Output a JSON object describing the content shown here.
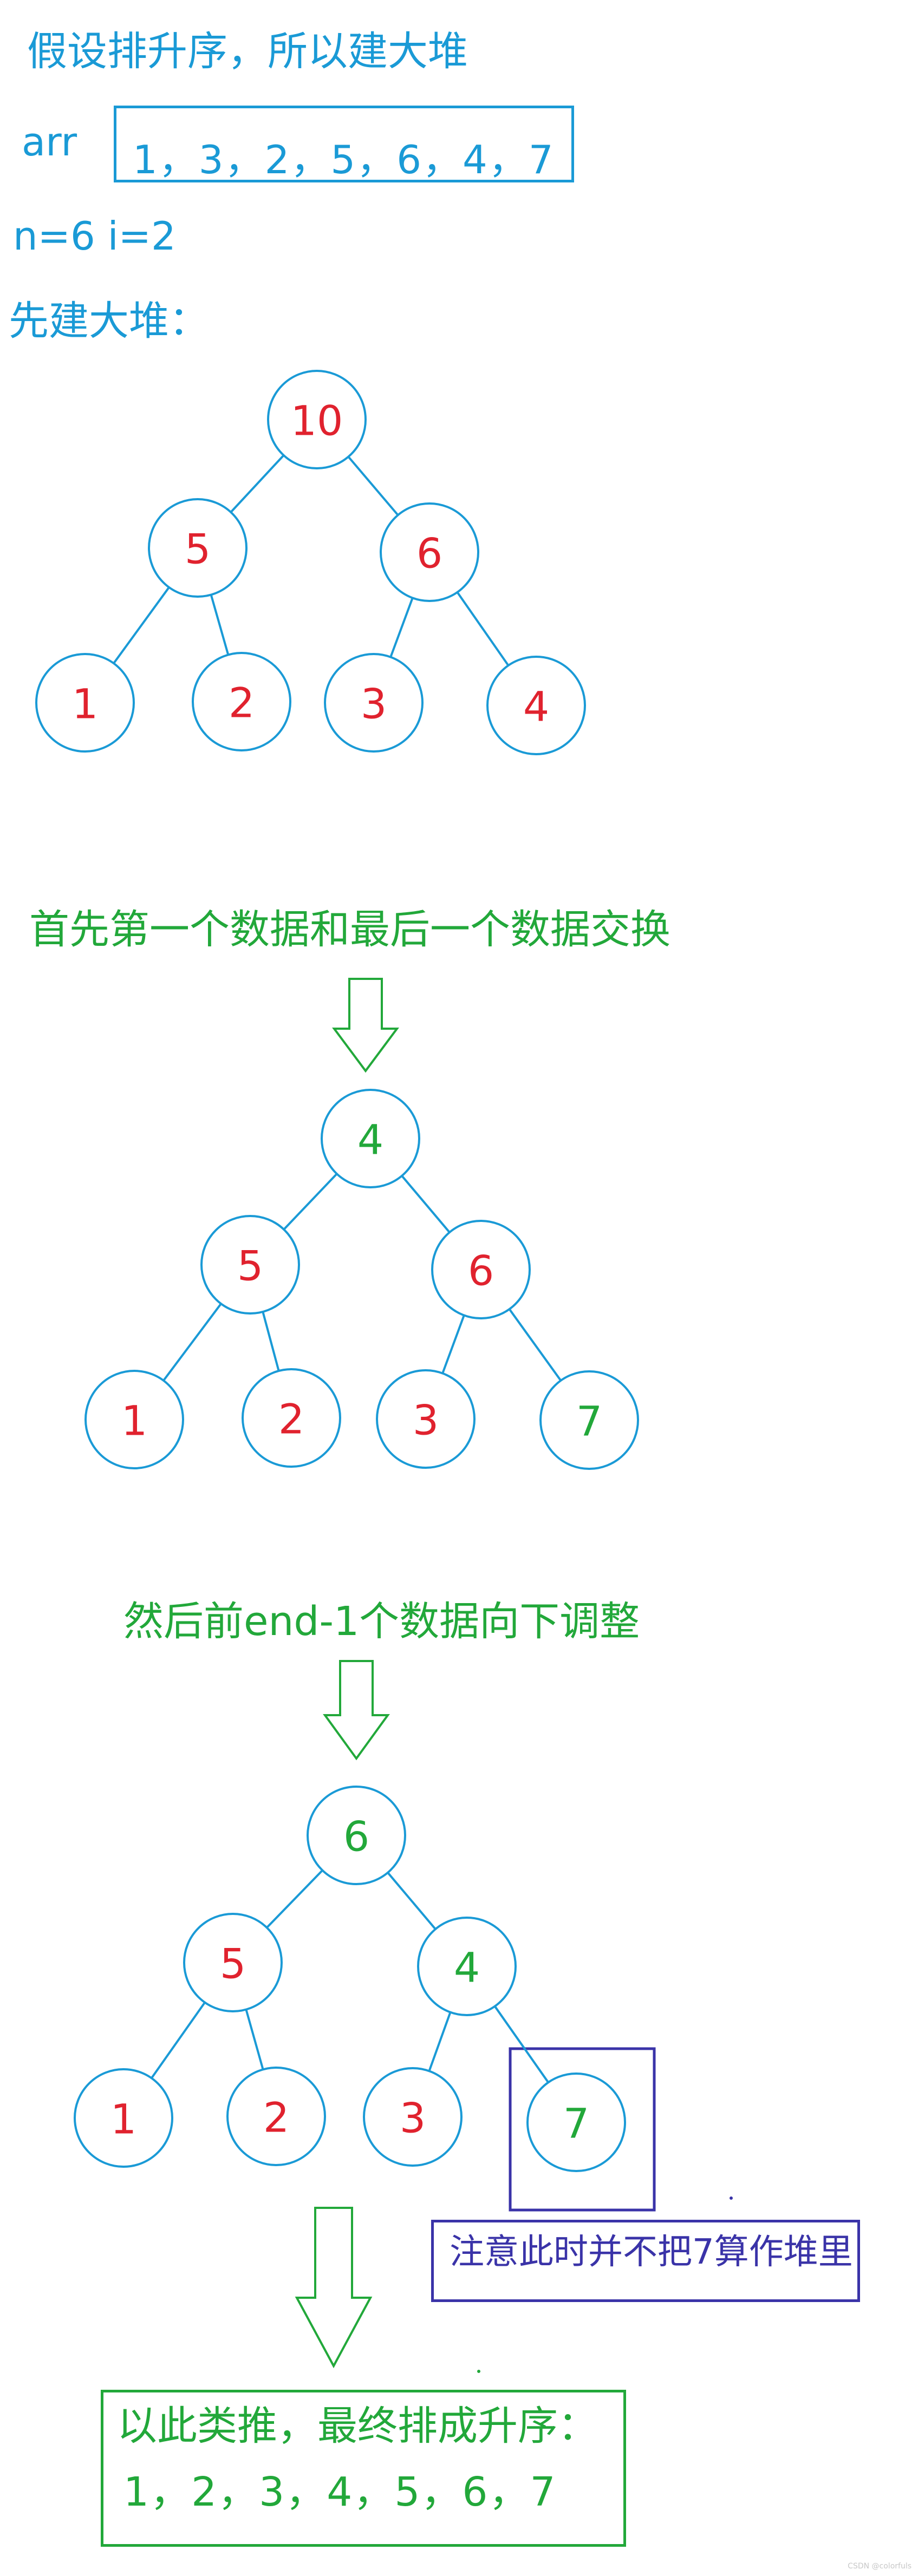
{
  "colors": {
    "blue": "#1a9ad6",
    "red": "#e0222e",
    "green": "#22a83a",
    "purple": "#3a33a8"
  },
  "title": "假设排升序，所以建大堆",
  "arr_label": "arr",
  "arr_values": "1，3，2，5，6，4，7",
  "n_i": "n=6  i=2",
  "step1_label": "先建大堆：",
  "step2_label": "首先第一个数据和最后一个数据交换",
  "step3_label": "然后前end-1个数据向下调整",
  "note": "注意此时并不把7算作堆里",
  "summary": "以此类推，最终排成升序：",
  "final_values": "1，2，3，4，5，6，7",
  "watermark": "CSDN @colorfuls",
  "trees": [
    {
      "name": "tree-max-heap",
      "nodes": [
        {
          "v": "10",
          "c": "red"
        },
        {
          "v": "5",
          "c": "red"
        },
        {
          "v": "6",
          "c": "red"
        },
        {
          "v": "1",
          "c": "red"
        },
        {
          "v": "2",
          "c": "red"
        },
        {
          "v": "3",
          "c": "red"
        },
        {
          "v": "4",
          "c": "red"
        }
      ]
    },
    {
      "name": "tree-after-swap",
      "nodes": [
        {
          "v": "4",
          "c": "green"
        },
        {
          "v": "5",
          "c": "red"
        },
        {
          "v": "6",
          "c": "red"
        },
        {
          "v": "1",
          "c": "red"
        },
        {
          "v": "2",
          "c": "red"
        },
        {
          "v": "3",
          "c": "red"
        },
        {
          "v": "7",
          "c": "green"
        }
      ]
    },
    {
      "name": "tree-after-adjust",
      "nodes": [
        {
          "v": "6",
          "c": "green"
        },
        {
          "v": "5",
          "c": "red"
        },
        {
          "v": "4",
          "c": "green"
        },
        {
          "v": "1",
          "c": "red"
        },
        {
          "v": "2",
          "c": "red"
        },
        {
          "v": "3",
          "c": "red"
        },
        {
          "v": "7",
          "c": "green"
        }
      ]
    }
  ]
}
